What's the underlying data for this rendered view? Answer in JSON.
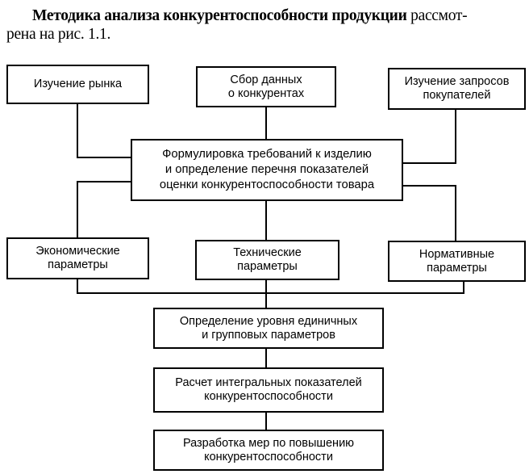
{
  "intro": {
    "line1_bold": "Методика анализа конкурентоспособности продукции",
    "line1_rest": " рассмот-",
    "line2": "рена на рис. 1.1."
  },
  "diagram": {
    "top": [
      {
        "id": "market",
        "lines": [
          "Изучение рынка"
        ]
      },
      {
        "id": "competitors",
        "lines": [
          "Сбор данных",
          "о конкурентах"
        ]
      },
      {
        "id": "buyers",
        "lines": [
          "Изучение запросов",
          "покупателей"
        ]
      }
    ],
    "center": {
      "lines": [
        "Формулировка требований к изделию",
        "и определение перечня показателей",
        "оценки конкурентоспособности товара"
      ]
    },
    "params": [
      {
        "id": "economic",
        "lines": [
          "Экономические",
          "параметры"
        ]
      },
      {
        "id": "technical",
        "lines": [
          "Технические",
          "параметры"
        ]
      },
      {
        "id": "normative",
        "lines": [
          "Нормативные",
          "параметры"
        ]
      }
    ],
    "chain": [
      {
        "id": "level",
        "lines": [
          "Определение уровня единичных",
          "и групповых параметров"
        ]
      },
      {
        "id": "integral",
        "lines": [
          "Расчет интегральных показателей",
          "конкурентоспособности"
        ]
      },
      {
        "id": "measures",
        "lines": [
          "Разработка мер по повышению",
          "конкурентоспособности"
        ]
      }
    ]
  }
}
